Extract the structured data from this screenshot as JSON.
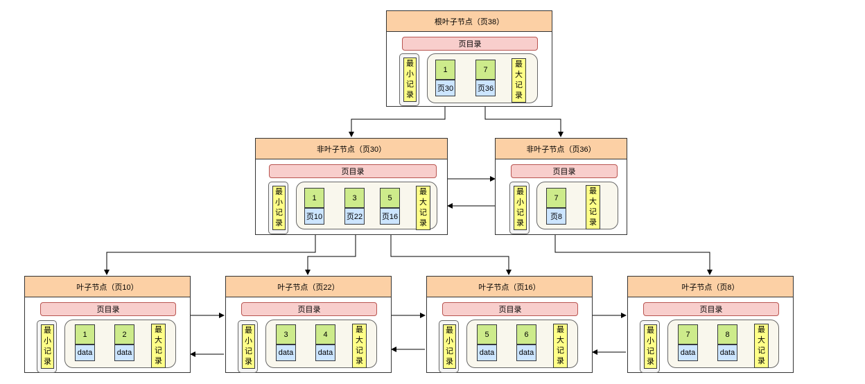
{
  "root": {
    "title": "根叶子节点（页38）",
    "directory": "页目录",
    "min_chars": [
      "最",
      "小",
      "记",
      "录"
    ],
    "max_chars": [
      "最",
      "大",
      "记",
      "录"
    ],
    "records": [
      {
        "key": "1",
        "ptr": "页30"
      },
      {
        "key": "7",
        "ptr": "页36"
      }
    ]
  },
  "internal": [
    {
      "title": "非叶子节点（页30）",
      "directory": "页目录",
      "min_chars": [
        "最",
        "小",
        "记",
        "录"
      ],
      "max_chars": [
        "最",
        "大",
        "记",
        "录"
      ],
      "records": [
        {
          "key": "1",
          "ptr": "页10"
        },
        {
          "key": "3",
          "ptr": "页22"
        },
        {
          "key": "5",
          "ptr": "页16"
        }
      ]
    },
    {
      "title": "非叶子节点（页36）",
      "directory": "页目录",
      "min_chars": [
        "最",
        "小",
        "记",
        "录"
      ],
      "max_chars": [
        "最",
        "大",
        "记",
        "录"
      ],
      "records": [
        {
          "key": "7",
          "ptr": "页8"
        }
      ]
    }
  ],
  "leaves": [
    {
      "title": "叶子节点（页10）",
      "directory": "页目录",
      "min_chars": [
        "最",
        "小",
        "记",
        "录"
      ],
      "max_chars": [
        "最",
        "大",
        "记",
        "录"
      ],
      "records": [
        {
          "key": "1",
          "ptr": "data"
        },
        {
          "key": "2",
          "ptr": "data"
        }
      ]
    },
    {
      "title": "叶子节点（页22）",
      "directory": "页目录",
      "min_chars": [
        "最",
        "小",
        "记",
        "录"
      ],
      "max_chars": [
        "最",
        "大",
        "记",
        "录"
      ],
      "records": [
        {
          "key": "3",
          "ptr": "data"
        },
        {
          "key": "4",
          "ptr": "data"
        }
      ]
    },
    {
      "title": "叶子节点（页16）",
      "directory": "页目录",
      "min_chars": [
        "最",
        "小",
        "记",
        "录"
      ],
      "max_chars": [
        "最",
        "大",
        "记",
        "录"
      ],
      "records": [
        {
          "key": "5",
          "ptr": "data"
        },
        {
          "key": "6",
          "ptr": "data"
        }
      ]
    },
    {
      "title": "叶子节点（页8）",
      "directory": "页目录",
      "min_chars": [
        "最",
        "小",
        "记",
        "录"
      ],
      "max_chars": [
        "最",
        "大",
        "记",
        "录"
      ],
      "records": [
        {
          "key": "7",
          "ptr": "data"
        },
        {
          "key": "8",
          "ptr": "data"
        }
      ]
    }
  ],
  "colors": {
    "header": "#fcd0a5",
    "directory": "#f8cecc",
    "key": "#cdeb8b",
    "pointer": "#cce5ff",
    "boundary_record": "#ffff88",
    "record_group": "#f9f7ed"
  }
}
